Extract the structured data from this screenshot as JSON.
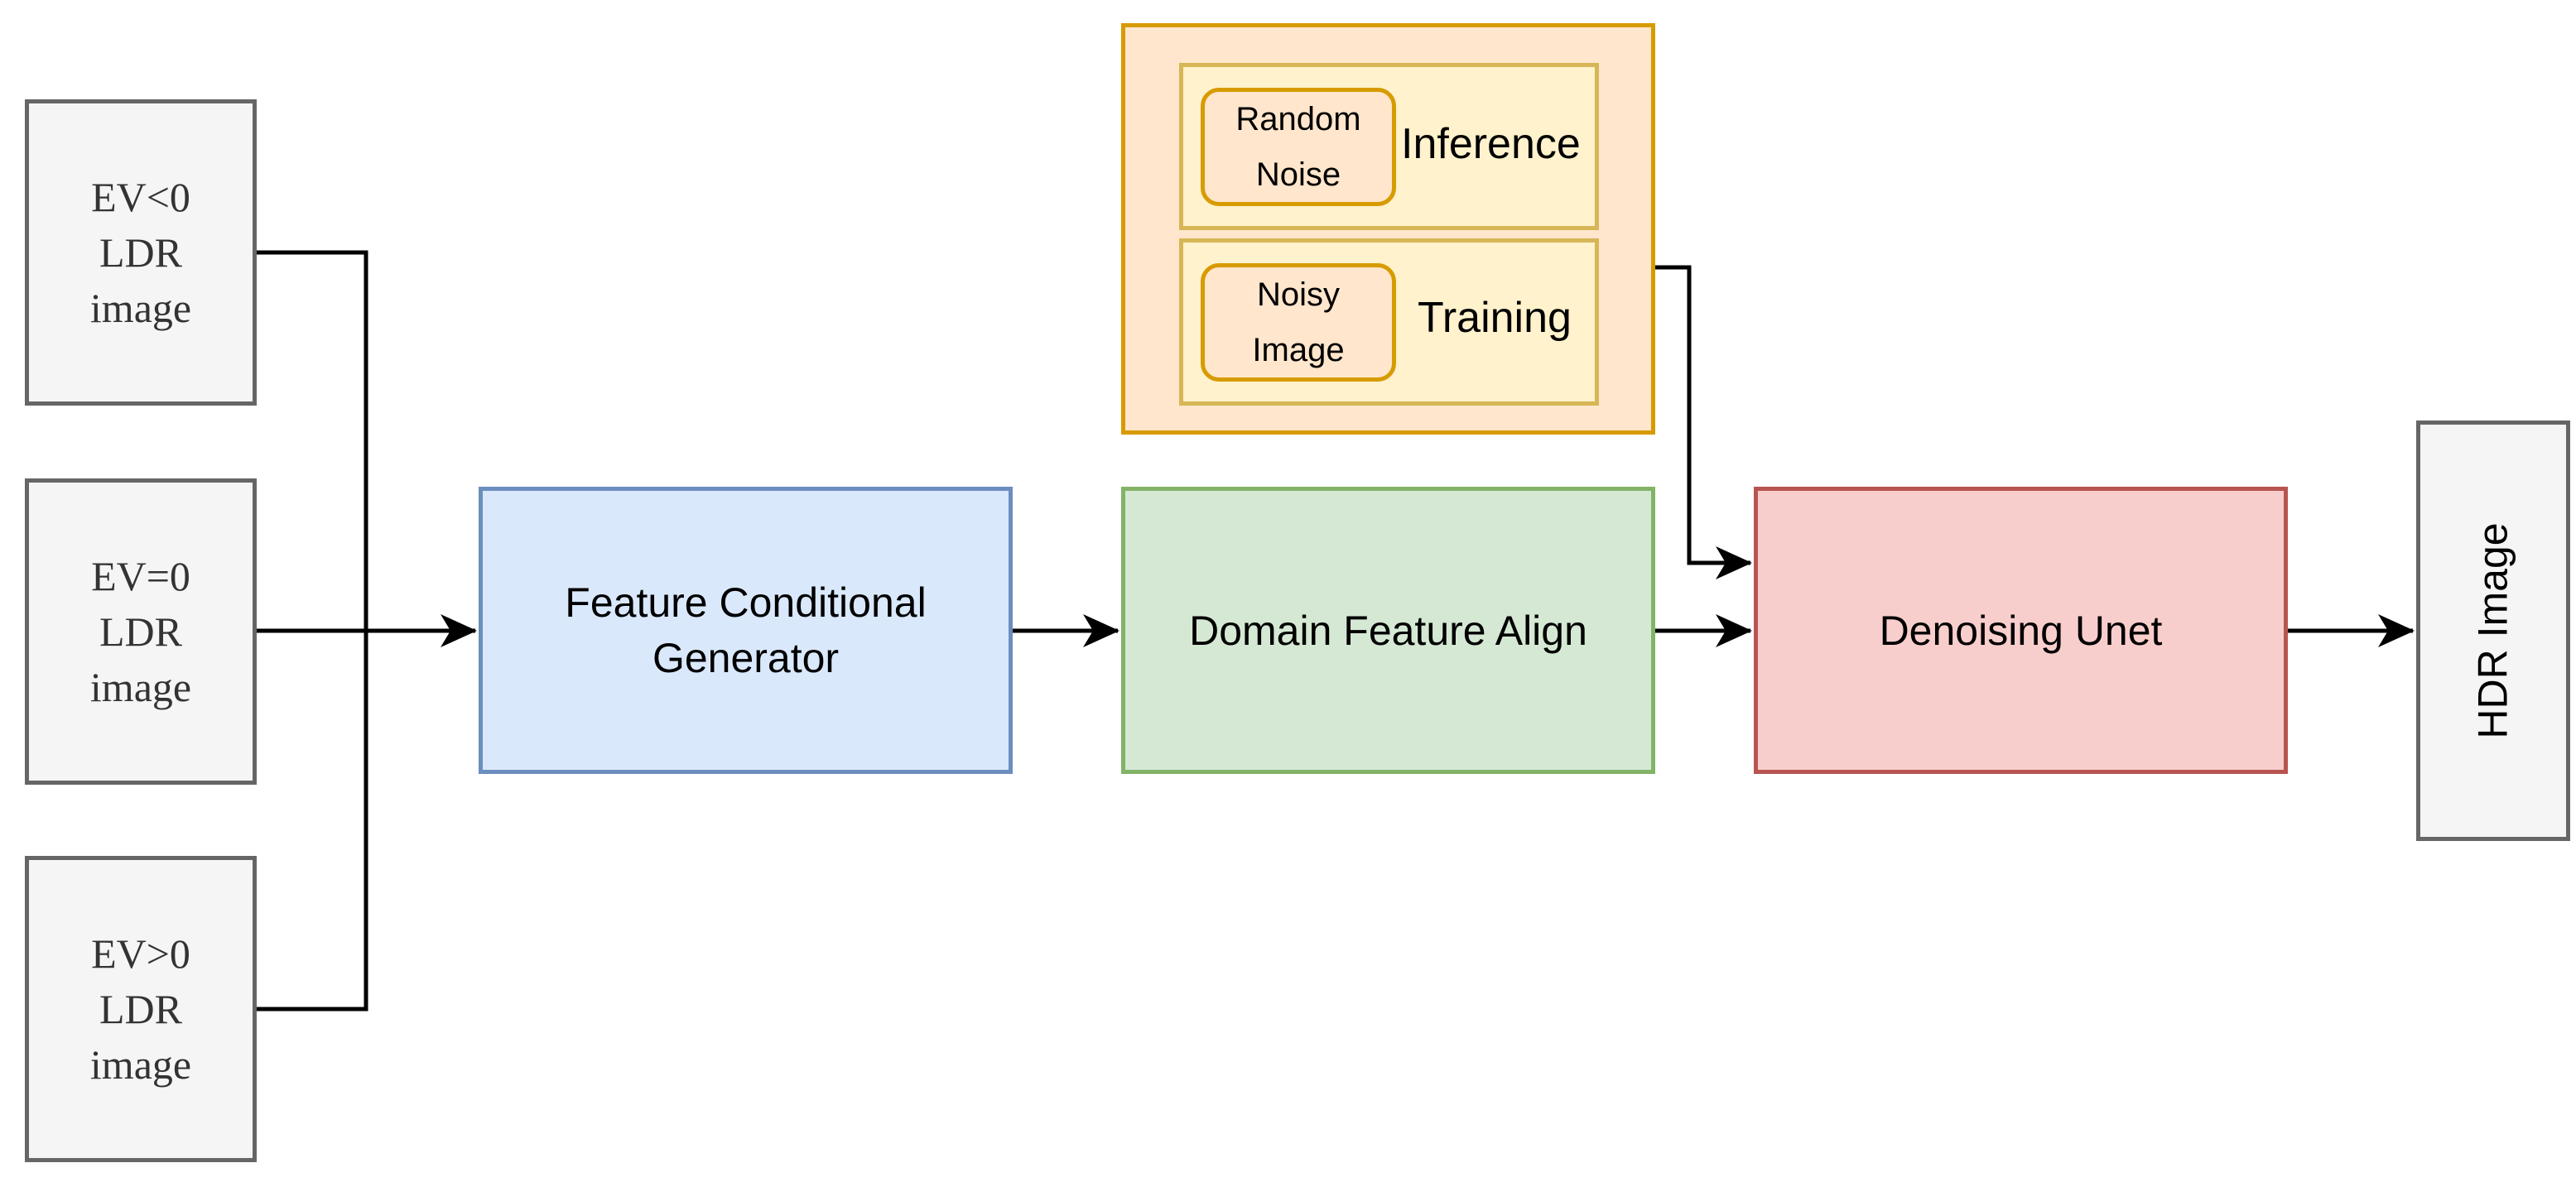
{
  "inputs": [
    {
      "line1": "EV<0",
      "line2": "LDR",
      "line3": "image"
    },
    {
      "line1": "EV=0",
      "line2": "LDR",
      "line3": "image"
    },
    {
      "line1": "EV>0",
      "line2": "LDR",
      "line3": "image"
    }
  ],
  "generator": {
    "line1": "Feature Conditional",
    "line2": "Generator"
  },
  "align": {
    "label": "Domain Feature Align"
  },
  "unet": {
    "label": "Denoising Unet"
  },
  "output": {
    "label": "HDR Image"
  },
  "noise_source": {
    "inference": {
      "chip_line1": "Random",
      "chip_line2": "Noise",
      "label": "Inference"
    },
    "training": {
      "chip_line1": "Noisy",
      "chip_line2": "Image",
      "label": "Training"
    }
  },
  "colors": {
    "input_fill": "#f5f5f5",
    "input_stroke": "#666666",
    "generator_fill": "#dae8fc",
    "generator_stroke": "#6c8ebf",
    "align_fill": "#d5e8d4",
    "align_stroke": "#82b366",
    "unet_fill": "#f8cecc",
    "unet_stroke": "#b85450",
    "noise_outer_fill": "#ffe6cc",
    "noise_outer_stroke": "#d79b00",
    "mode_fill": "#fff2cc",
    "mode_stroke": "#d6b656",
    "edge": "#000000"
  }
}
